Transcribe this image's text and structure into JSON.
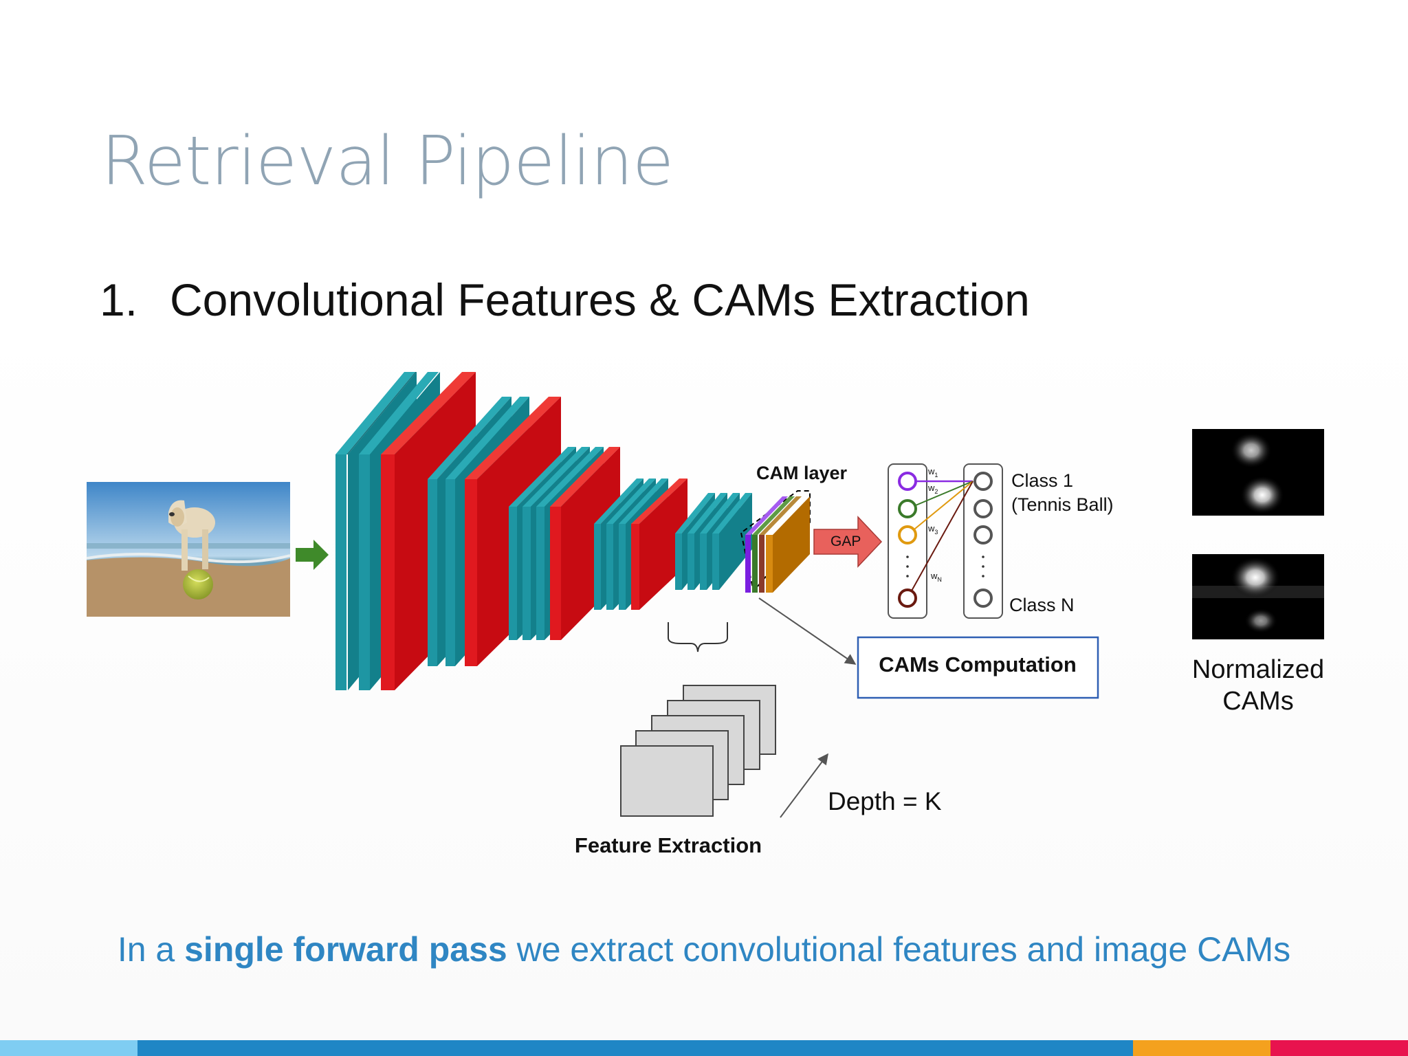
{
  "slide": {
    "title": "Retrieval Pipeline",
    "subtitle_number": "1.",
    "subtitle_text": "Convolutional Features & CAMs Extraction",
    "caption_prefix": "In a ",
    "caption_bold": "single forward pass",
    "caption_suffix": " we extract convolutional features and image CAMs"
  },
  "diagram": {
    "cam_layer_label": "CAM layer",
    "gap_label": "GAP",
    "weights": [
      "w1",
      "w2",
      "w3",
      "wN"
    ],
    "class_1_label": "Class 1",
    "class_1_sub": "(Tennis Ball)",
    "class_n_label": "Class N",
    "cams_computation_label": "CAMs Computation",
    "feature_extraction_label": "Feature Extraction",
    "depth_label": "Depth = K",
    "normalized_label_1": "Normalized",
    "normalized_label_2": "CAMs"
  },
  "colors": {
    "title": "#90a4b4",
    "teal": "#1e96a3",
    "red": "#e0191f",
    "caption": "#2f86c3",
    "box_border": "#2f5fb3",
    "bar_1": "#7fcdf2",
    "bar_2": "#1f86c5",
    "bar_3": "#f4a11e",
    "bar_4": "#e8134e"
  }
}
